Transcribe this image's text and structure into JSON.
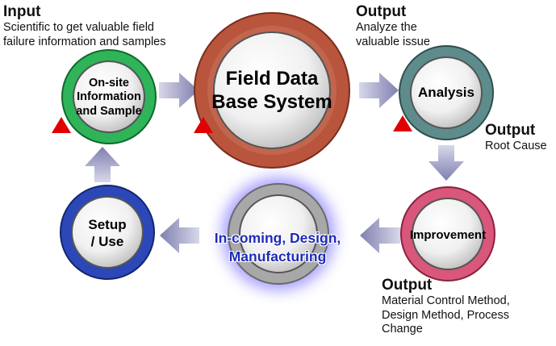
{
  "input": {
    "heading": "Input",
    "lines": [
      "Scientific to get valuable field",
      "failure information and samples"
    ]
  },
  "output_top": {
    "heading": "Output",
    "lines": [
      "Analyze the",
      "valuable issue"
    ]
  },
  "output_right": {
    "heading": "Output",
    "lines": [
      "Root Cause"
    ]
  },
  "output_bottom": {
    "heading": "Output",
    "lines": [
      "Material Control Method,",
      "Design Method, Process",
      "Change"
    ]
  },
  "nodes": {
    "onsite": {
      "lines": [
        "On-site",
        "Information",
        "and Sample"
      ],
      "ring": "#2fb45a"
    },
    "fdbs": {
      "lines": [
        "Field Data",
        "Base System"
      ],
      "ring": "#b9553d"
    },
    "analysis": {
      "lines": [
        "Analysis"
      ],
      "ring": "#5e8c8c"
    },
    "improvement": {
      "lines": [
        "Improvement"
      ],
      "ring": "#d9577a"
    },
    "incoming": {
      "lines": [
        "In-coming, Design,",
        "Manufacturing"
      ],
      "ring": "#a8a8a8",
      "glow": "#5b4dff"
    },
    "setup": {
      "lines": [
        "Setup",
        "/ Use"
      ],
      "ring": "#2c47b8"
    }
  },
  "colors": {
    "arrow": "#8e8eba",
    "triangle": "#e00000",
    "label_text": "#1f2bb8"
  },
  "markers": {
    "triangle": "red-triangle-icon"
  }
}
